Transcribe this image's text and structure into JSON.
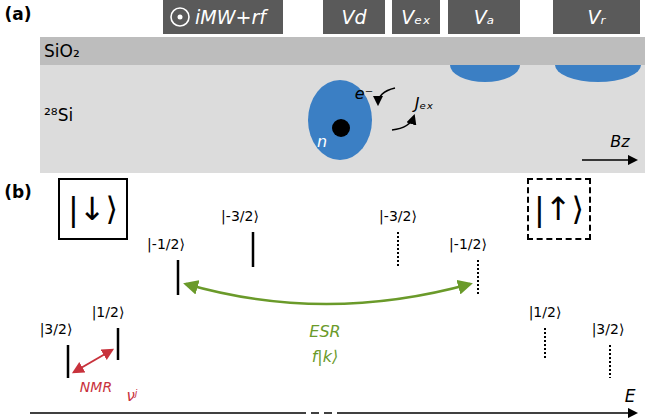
{
  "diagram": {
    "nodes": [
      {
        "text": [
          "iMW+rf"
        ]
      },
      {
        "text": [
          "Vd"
        ]
      },
      {
        "text": [
          "Vₑₓ"
        ]
      },
      {
        "text": [
          "Vₐ"
        ]
      },
      {
        "text": [
          "Vᵣ"
        ]
      },
      {
        "text": [
          "SiO₂"
        ]
      },
      {
        "text": [
          "²⁸Si"
        ]
      },
      {
        "text": [
          "|↓⟩"
        ]
      },
      {
        "text": [
          "|↑⟩"
        ]
      }
    ],
    "labels": [
      "(a)",
      "e⁻",
      "n",
      "Jₑₓ",
      "Bz",
      "(b)",
      "|-3/2⟩",
      "|-1/2⟩",
      "|1/2⟩",
      "|3/2⟩",
      "|-3/2⟩",
      "|-1/2⟩",
      "|1/2⟩",
      "|3/2⟩",
      "NMR",
      "νʲ",
      "ESR",
      "f|k⟩",
      "E"
    ]
  }
}
